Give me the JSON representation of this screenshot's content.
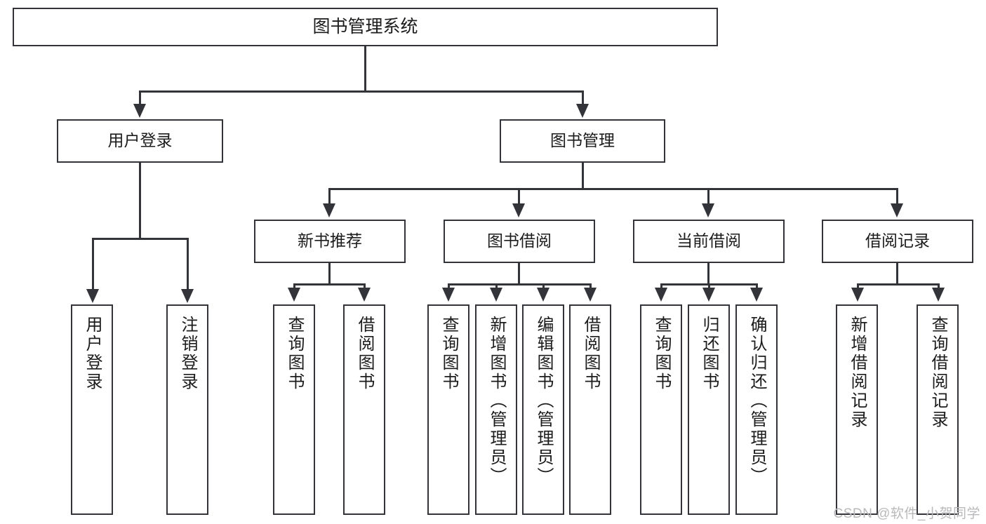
{
  "diagram": {
    "type": "tree-hierarchy-chart",
    "title": "图书管理系统",
    "watermark": "CSDN @软件_小贺同学",
    "colors": {
      "box_border": "#33343a",
      "box_fill": "#ffffff",
      "connector": "#33343a",
      "text": "#1c1c1c",
      "watermark": "#b9b9bb",
      "background": "#ffffff"
    },
    "root": {
      "id": "root",
      "label": "图书管理系统"
    },
    "level2": [
      {
        "id": "user-login",
        "label": "用户登录"
      },
      {
        "id": "book-management",
        "label": "图书管理"
      }
    ],
    "level3": [
      {
        "id": "new-book-recommend",
        "label": "新书推荐",
        "parent": "book-management"
      },
      {
        "id": "book-borrow",
        "label": "图书借阅",
        "parent": "book-management"
      },
      {
        "id": "current-borrow",
        "label": "当前借阅",
        "parent": "book-management"
      },
      {
        "id": "borrow-record",
        "label": "借阅记录",
        "parent": "book-management"
      }
    ],
    "leaves": [
      {
        "id": "leaf-user-login",
        "label": "用户登录",
        "parent": "user-login"
      },
      {
        "id": "leaf-logout-login",
        "label": "注销登录",
        "parent": "user-login"
      },
      {
        "id": "leaf-query-book-1",
        "label": "查询图书",
        "parent": "new-book-recommend"
      },
      {
        "id": "leaf-borrow-book-1",
        "label": "借阅图书",
        "parent": "new-book-recommend"
      },
      {
        "id": "leaf-query-book-2",
        "label": "查询图书",
        "parent": "book-borrow"
      },
      {
        "id": "leaf-add-book",
        "label": "新增图书（管理员）",
        "parent": "book-borrow"
      },
      {
        "id": "leaf-edit-book",
        "label": "编辑图书（管理员）",
        "parent": "book-borrow"
      },
      {
        "id": "leaf-borrow-book-2",
        "label": "借阅图书",
        "parent": "book-borrow"
      },
      {
        "id": "leaf-query-book-3",
        "label": "查询图书",
        "parent": "current-borrow"
      },
      {
        "id": "leaf-return-book",
        "label": "归还图书",
        "parent": "current-borrow"
      },
      {
        "id": "leaf-confirm-return",
        "label": "确认归还（管理员）",
        "parent": "current-borrow"
      },
      {
        "id": "leaf-add-record",
        "label": "新增借阅记录",
        "parent": "borrow-record"
      },
      {
        "id": "leaf-query-record",
        "label": "查询借阅记录",
        "parent": "borrow-record"
      }
    ]
  }
}
